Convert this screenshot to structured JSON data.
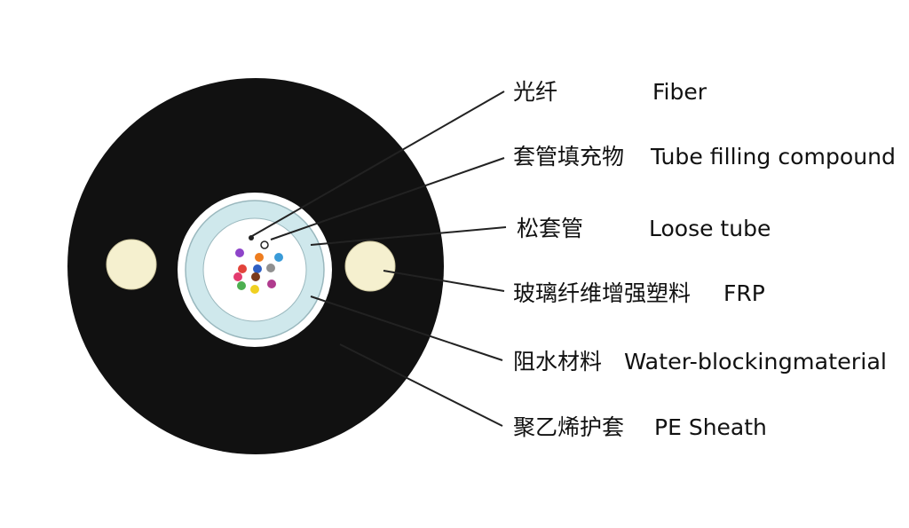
{
  "colors": {
    "sheath": "#111111",
    "frp": "#f5f0cf",
    "tube_ring": "#cfe8ec",
    "gel": "#ffffff",
    "leader": "#222222"
  },
  "fiber_colors": [
    "#8e44c9",
    "#e2433b",
    "#3a9bd8",
    "#2e5fc4",
    "#ee7d1f",
    "#909090",
    "#4caf50",
    "#7a3a1c",
    "#e33b6f",
    "#f0d020",
    "#b03b8e"
  ],
  "labels": [
    {
      "zh": "光纤",
      "en": "Fiber"
    },
    {
      "zh": "套管填充物",
      "en": "Tube filling compound"
    },
    {
      "zh": "松套管",
      "en": "Loose tube"
    },
    {
      "zh": "玻璃纤维增强塑料",
      "en": "FRP"
    },
    {
      "zh": "阻水材料",
      "en": "Water-blockingmaterial"
    },
    {
      "zh": "聚乙烯护套",
      "en": "PE Sheath"
    }
  ]
}
